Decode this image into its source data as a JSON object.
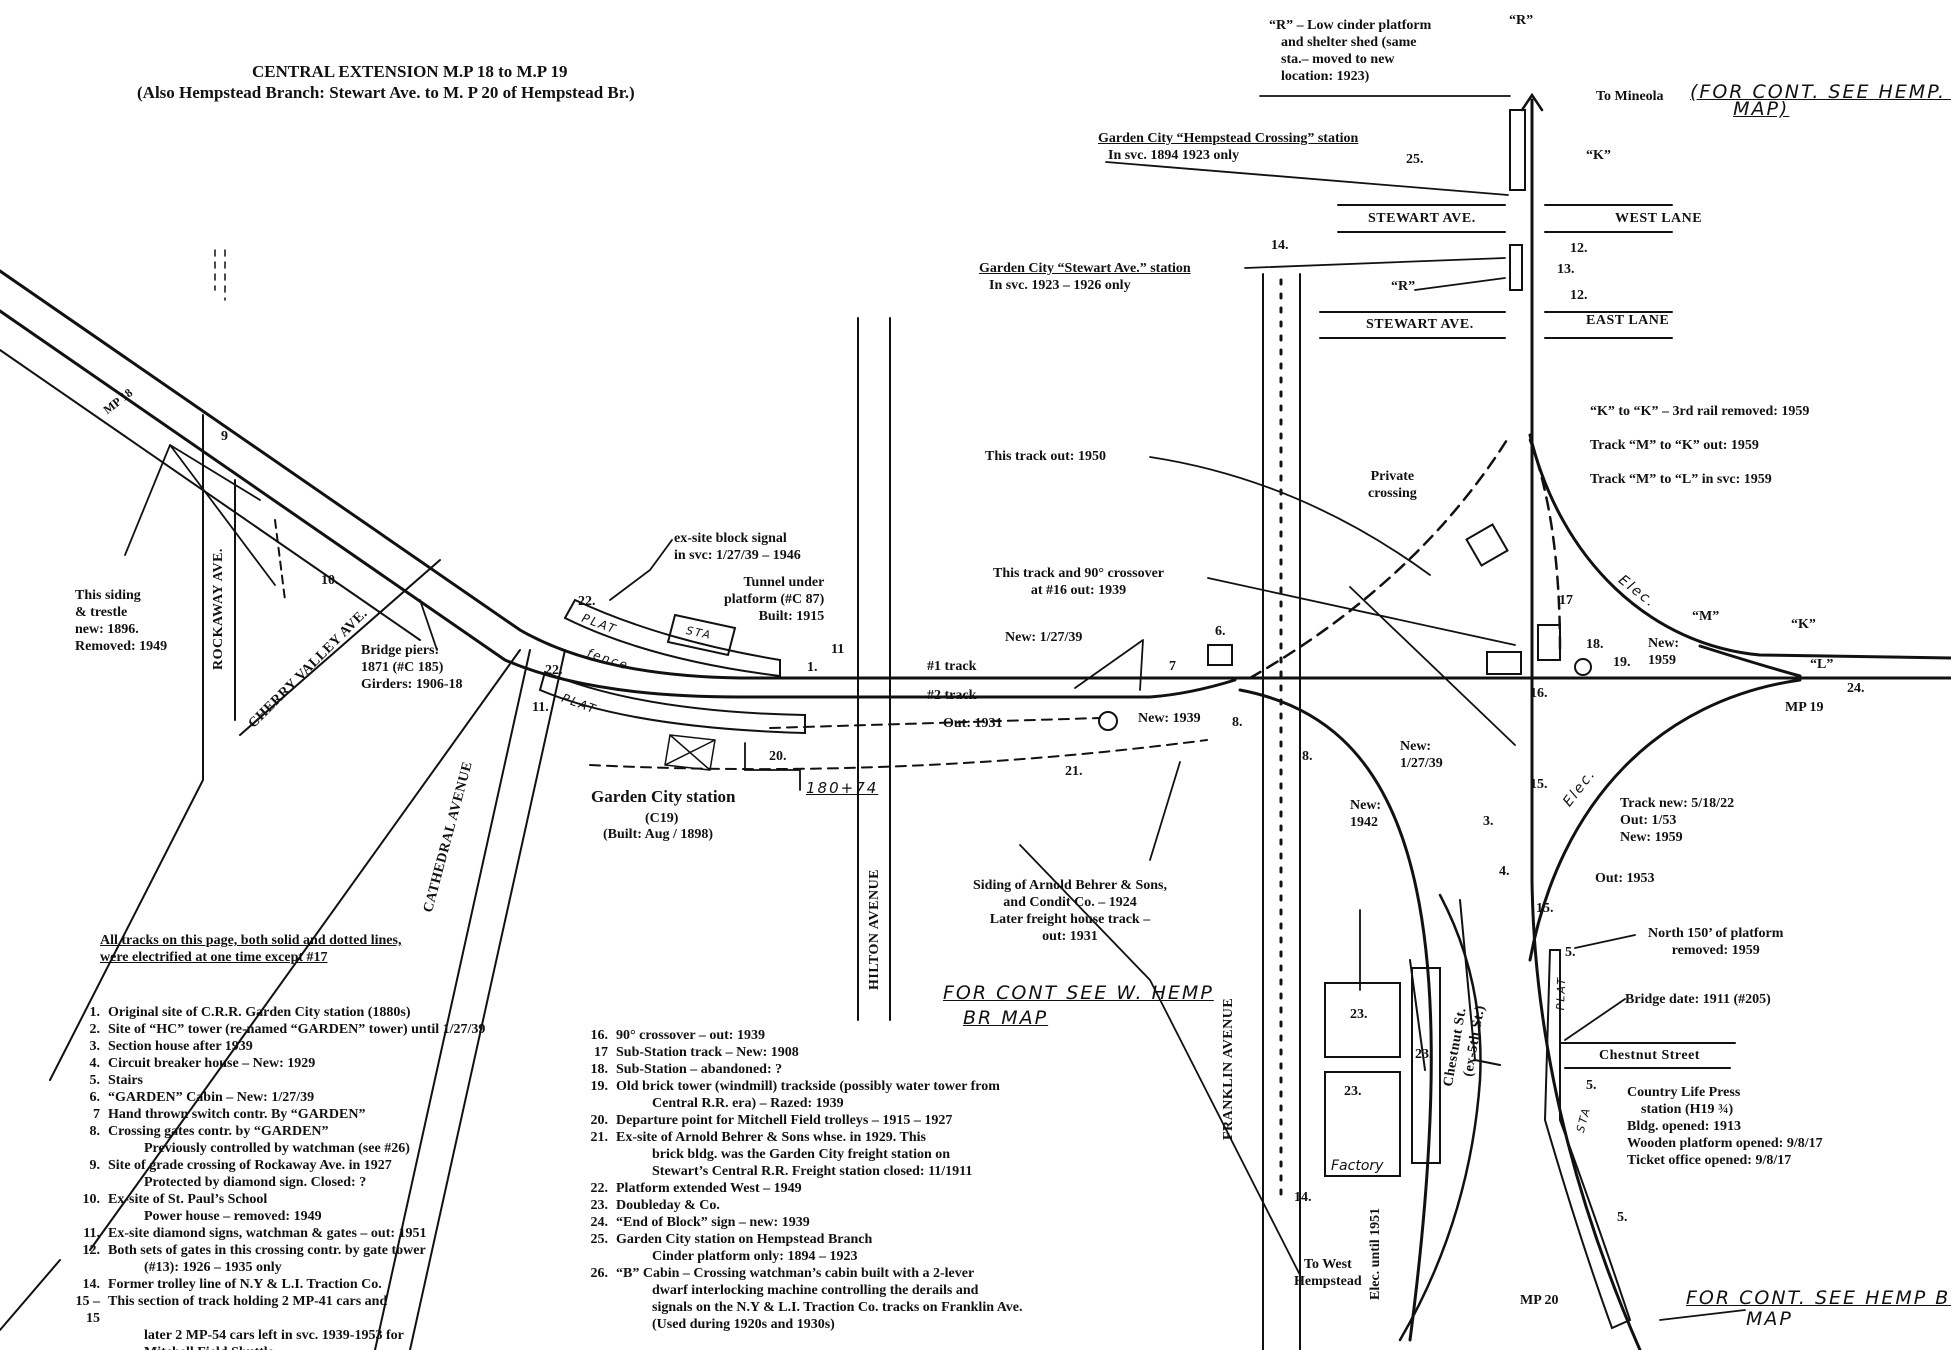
{
  "title": "CENTRAL EXTENSION    M.P  18 to M.P  19",
  "subtitle": "(Also Hempstead Branch: Stewart Ave. to M. P  20 of Hempstead Br.)",
  "roads": {
    "rockaway": "ROCKAWAY AVE.",
    "cherry_valley": "CHERRY VALLEY AVE.",
    "cathedral": "CATHEDRAL AVENUE",
    "hilton": "HILTON AVENUE",
    "franklin": "FRANKLIN AVENUE",
    "stewart_1": "STEWART AVE.",
    "stewart_2": "STEWART AVE.",
    "west_lane": "WEST LANE",
    "east_lane": "EAST LANE",
    "chestnut_street": "Chestnut Street",
    "chestnut_st": "Chestnut St.",
    "ex_5th": "(ex-5th St.)"
  },
  "notes": {
    "r_note": [
      "“R” – Low cinder platform",
      "and shelter shed (same",
      "sta.– moved to new",
      "location: 1923)"
    ],
    "r_top": "“R”",
    "r_mid": "“R”",
    "to_mineola": "To Mineola",
    "hand_top": [
      "(FOR CONT. SEE HEMP. BR.",
      "MAP)"
    ],
    "hempstead_crossing": [
      "Garden City “Hempstead Crossing” station",
      "In svc.  1894  1923 only"
    ],
    "stewart_station": [
      "Garden City “Stewart Ave.” station",
      "In svc.  1923 – 1926 only"
    ],
    "k_note": [
      "“K” to “K” – 3rd rail removed: 1959",
      "Track “M” to “K” out: 1959",
      "Track “M” to “L” in svc: 1959"
    ],
    "track_out_1950": "This track out: 1950",
    "private_crossing": [
      "Private",
      "crossing"
    ],
    "crossover_out": [
      "This track and 90° crossover",
      "at #16 out: 1939"
    ],
    "new_12739_a": "New:  1/27/39",
    "track1": "#1 track",
    "track2": "#2 track",
    "out_1931": "Out:  1931",
    "new_1939": "New:  1939",
    "new_12739_b": [
      "New:",
      "1/27/39"
    ],
    "new_1942": [
      "New:",
      "1942"
    ],
    "block_signal": [
      "ex-site block signal",
      "in svc: 1/27/39 – 1946"
    ],
    "tunnel": [
      "Tunnel under",
      "platform (#C 87)",
      "Built:  1915"
    ],
    "gc_station": "Garden City station",
    "gc_code": "(C19)",
    "gc_built": "(Built:  Aug / 1898)",
    "stationing": "180+74",
    "bridge_piers": [
      "Bridge piers:",
      "1871 (#C 185)",
      "Girders: 1906-18"
    ],
    "siding_trestle": [
      "This siding",
      "& trestle",
      "new: 1896.",
      "Removed: 1949"
    ],
    "mp18": "MP 18",
    "arnold": [
      "Siding of Arnold Behrer & Sons,",
      "and Condit Co. – 1924",
      "Later freight house track –",
      "out: 1931"
    ],
    "hand_mid": [
      "FOR CONT SEE W. HEMP",
      "BR MAP"
    ],
    "track_new": [
      "Track new: 5/18/22",
      "Out: 1/53",
      "New: 1959"
    ],
    "out_1953": "Out:  1953",
    "m": "“M”",
    "k_right": "“K”",
    "k_top": "“K”",
    "l": "“L”",
    "new_1959": [
      "New:",
      "1959"
    ],
    "mp19": "MP 19",
    "north150": [
      "North 150’ of platform",
      "removed: 1959"
    ],
    "bridge_date": "Bridge date: 1911 (#205)",
    "country_life": [
      "Country Life Press",
      "station (H19 ¾)",
      "Bldg. opened: 1913",
      "Wooden platform opened: 9/8/17",
      "Ticket office opened: 9/8/17"
    ],
    "mp20": "MP 20",
    "hand_bottom": [
      "FOR CONT. SEE HEMP BR.",
      "MAP"
    ],
    "factory": "Factory",
    "elec_until": [
      "Elec.",
      "until 1951"
    ],
    "to_west_hempstead": [
      "To West",
      "Hempstead"
    ],
    "elec": "Elec.",
    "plat": "PLAT",
    "sta": "STA",
    "fence": "fence"
  },
  "markers": {
    "n1": "1.",
    "n3": "3.",
    "n4": "4.",
    "n5a": "5.",
    "n5b": "5.",
    "n5c": "5.",
    "n6": "6.",
    "n7": "7",
    "n8a": "8.",
    "n8b": "8.",
    "n9": "9",
    "n10": "10.",
    "n11a": "11",
    "n11b": "11.",
    "n12a": "12.",
    "n12b": "12.",
    "n13": "13.",
    "n14a": "14.",
    "n14b": "14.",
    "n15a": "15.",
    "n15b": "15.",
    "n16": "16.",
    "n17": "17",
    "n18": "18.",
    "n19": "19.",
    "n20": "20.",
    "n21": "21.",
    "n22a": "22.",
    "n22b": "22.",
    "n23a": "23.",
    "n23b": "23.",
    "n23c": "23.",
    "n24": "24.",
    "n25": "25."
  },
  "legend": {
    "header": [
      "All tracks on this page, both solid and dotted lines,",
      "were electrified at one time except #17"
    ],
    "col1": [
      {
        "num": "1.",
        "lines": [
          "Original site of C.R.R. Garden City station (1880s)"
        ]
      },
      {
        "num": "2.",
        "lines": [
          "Site of “HC” tower (re-named “GARDEN” tower) until 1/27/39"
        ]
      },
      {
        "num": "3.",
        "lines": [
          "Section house after 1939"
        ]
      },
      {
        "num": "4.",
        "lines": [
          "Circuit breaker house – New: 1929"
        ]
      },
      {
        "num": "5.",
        "lines": [
          "Stairs"
        ]
      },
      {
        "num": "6.",
        "lines": [
          "“GARDEN” Cabin – New: 1/27/39"
        ]
      },
      {
        "num": "7",
        "lines": [
          "Hand thrown switch contr. By “GARDEN”"
        ]
      },
      {
        "num": "8.",
        "lines": [
          "Crossing gates contr. by “GARDEN”",
          "Previously controlled by watchman (see #26)"
        ]
      },
      {
        "num": "9.",
        "lines": [
          "Site of grade crossing of Rockaway Ave. in 1927",
          "Protected by diamond sign.  Closed: ?"
        ]
      },
      {
        "num": "10.",
        "lines": [
          "Ex-site of St. Paul’s School",
          "Power house – removed: 1949"
        ]
      },
      {
        "num": "11.",
        "lines": [
          "Ex-site diamond signs, watchman & gates – out: 1951"
        ]
      },
      {
        "num": "12.",
        "lines": [
          "Both sets of gates in this crossing contr. by gate tower",
          "(#13): 1926 – 1935 only"
        ]
      },
      {
        "num": "14.",
        "lines": [
          "Former trolley line of N.Y  & L.I. Traction Co."
        ]
      },
      {
        "num": "15 – 15",
        "lines": [
          "This section of track  holding 2 MP-41 cars and",
          "later 2 MP-54 cars left in svc. 1939-1953 for",
          "Mitchell Field Shuttle"
        ]
      }
    ],
    "col2": [
      {
        "num": "16.",
        "lines": [
          "90° crossover – out: 1939"
        ]
      },
      {
        "num": "17",
        "lines": [
          "Sub-Station track – New: 1908"
        ]
      },
      {
        "num": "18.",
        "lines": [
          "Sub-Station – abandoned: ?"
        ]
      },
      {
        "num": "19.",
        "lines": [
          "Old brick tower (windmill) trackside (possibly water tower from",
          "Central R.R. era) – Razed: 1939"
        ]
      },
      {
        "num": "20.",
        "lines": [
          "Departure point for Mitchell Field trolleys – 1915 – 1927"
        ]
      },
      {
        "num": "21.",
        "lines": [
          "Ex-site of Arnold Behrer & Sons whse. in 1929.  This",
          "brick bldg. was the Garden City freight station on",
          "Stewart’s Central R.R.  Freight station closed: 11/1911"
        ]
      },
      {
        "num": "22.",
        "lines": [
          "Platform extended West – 1949"
        ]
      },
      {
        "num": "23.",
        "lines": [
          "Doubleday & Co."
        ]
      },
      {
        "num": "24.",
        "lines": [
          "“End of Block” sign – new: 1939"
        ]
      },
      {
        "num": "25.",
        "lines": [
          "Garden City station on Hempstead Branch",
          "Cinder platform only:  1894 – 1923"
        ]
      },
      {
        "num": "26.",
        "lines": [
          "“B” Cabin – Crossing watchman’s cabin built with a 2-lever",
          "dwarf interlocking machine controlling the derails and",
          "signals on the N.Y  & L.I. Traction Co. tracks on Franklin Ave.",
          "(Used during 1920s and 1930s)"
        ]
      }
    ]
  },
  "colors": {
    "ink": "#111111",
    "paper": "#ffffff"
  }
}
